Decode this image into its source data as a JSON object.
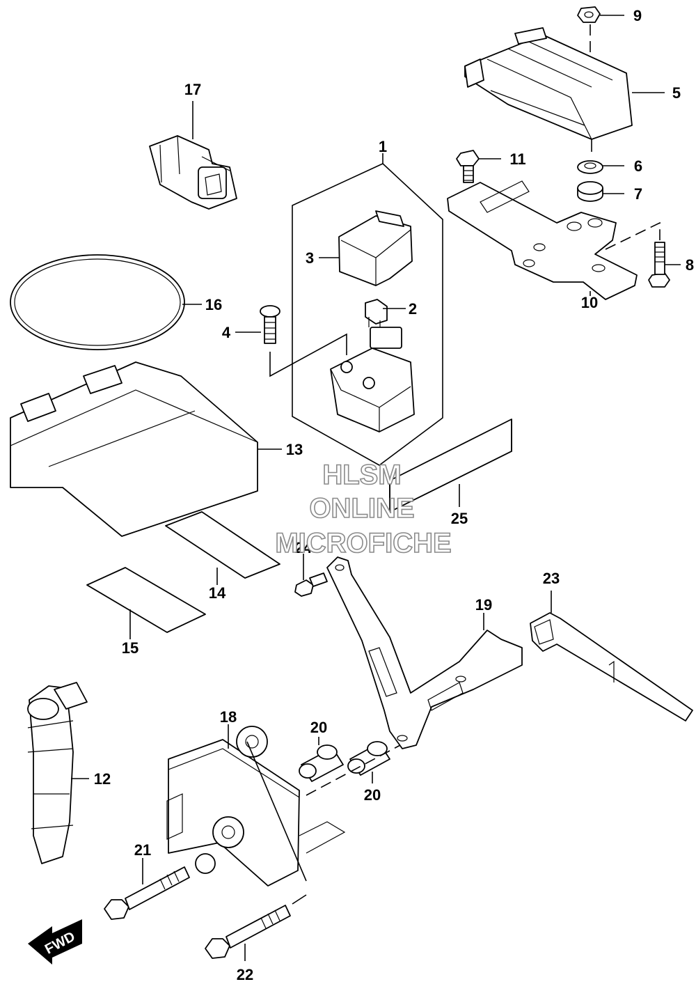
{
  "callouts": {
    "p1": "1",
    "p2": "2",
    "p3": "3",
    "p4": "4",
    "p5": "5",
    "p6": "6",
    "p7": "7",
    "p8": "8",
    "p9": "9",
    "p10": "10",
    "p11": "11",
    "p12": "12",
    "p13": "13",
    "p14": "14",
    "p15": "15",
    "p16": "16",
    "p17": "17",
    "p18": "18",
    "p19": "19",
    "p20a": "20",
    "p20b": "20",
    "p21": "21",
    "p22": "22",
    "p23": "23",
    "p24": "24",
    "p25": "25"
  },
  "watermark": {
    "line1": "HLSM",
    "line2": "ONLINE",
    "line3": "MICROFICHE"
  },
  "direction_badge": "FWD"
}
